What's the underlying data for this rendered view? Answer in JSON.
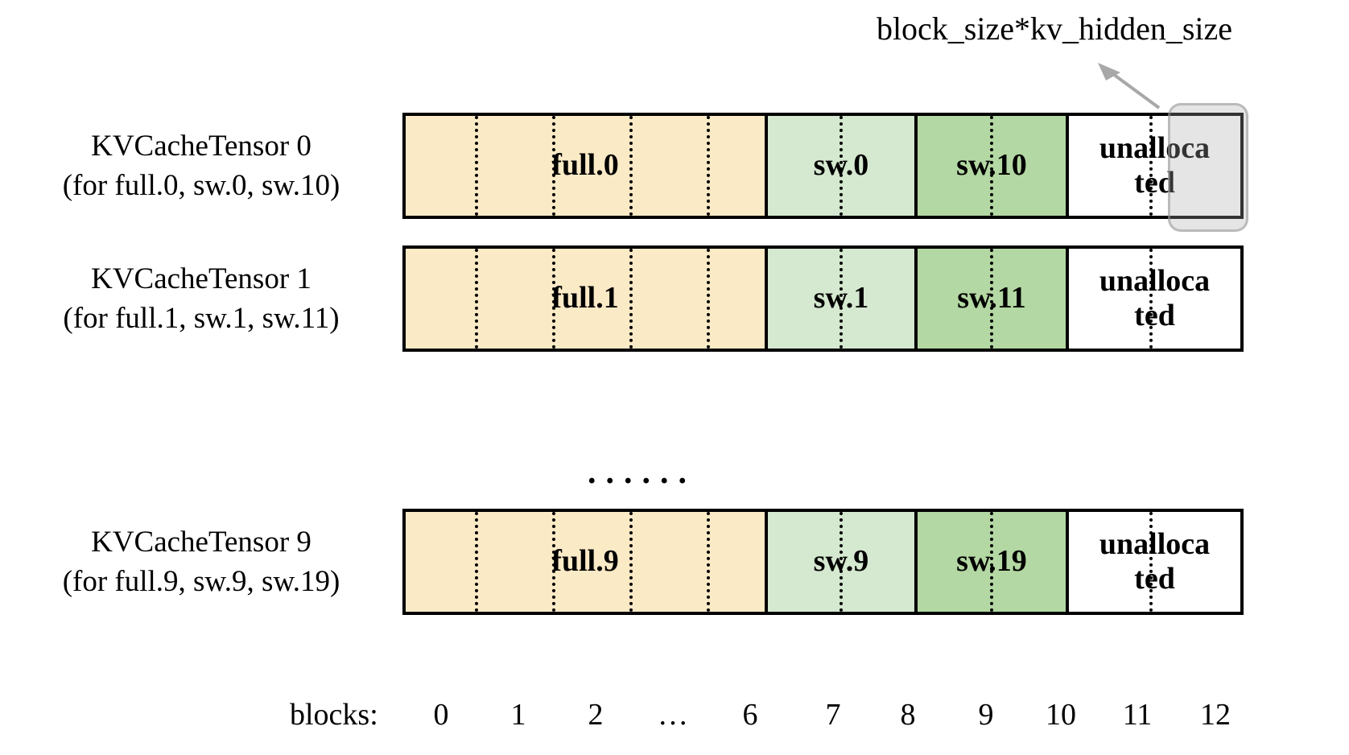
{
  "diagram": {
    "title_annotation": "block_size*kv_hidden_size",
    "mid_ellipsis": "......",
    "colors": {
      "full_attention": "#FBEAC6",
      "sliding_window_light": "#D5E8D0",
      "sliding_window_dark": "#B4D8A3",
      "unallocated": "#FFFFFF",
      "border": "#000000",
      "highlight_overlay": "#AAAAAA"
    },
    "rows": [
      {
        "label_line1": "KVCacheTensor 0",
        "label_line2": "(for full.0, sw.0, sw.10)",
        "segments": [
          {
            "text": "full.0",
            "kind": "full",
            "blocks": [
              "0",
              "1",
              "2",
              "…",
              "6"
            ]
          },
          {
            "text": "sw.0",
            "kind": "sw-light",
            "blocks": [
              "7",
              "8"
            ]
          },
          {
            "text": "sw.10",
            "kind": "sw-dark",
            "blocks": [
              "9",
              "10"
            ]
          },
          {
            "text": "unalloca ted",
            "text_l1": "unalloca",
            "text_l2": "ted",
            "kind": "unallocated",
            "blocks": [
              "11",
              "12"
            ]
          }
        ],
        "highlighted_block": "11"
      },
      {
        "label_line1": "KVCacheTensor 1",
        "label_line2": "(for full.1, sw.1, sw.11)",
        "segments": [
          {
            "text": "full.1",
            "kind": "full",
            "blocks": [
              "0",
              "1",
              "2",
              "…",
              "6"
            ]
          },
          {
            "text": "sw.1",
            "kind": "sw-light",
            "blocks": [
              "7",
              "8"
            ]
          },
          {
            "text": "sw.11",
            "kind": "sw-dark",
            "blocks": [
              "9",
              "10"
            ]
          },
          {
            "text": "unalloca ted",
            "text_l1": "unalloca",
            "text_l2": "ted",
            "kind": "unallocated",
            "blocks": [
              "11",
              "12"
            ]
          }
        ],
        "highlighted_block": null
      },
      {
        "label_line1": "KVCacheTensor 9",
        "label_line2": "(for full.9, sw.9, sw.19)",
        "segments": [
          {
            "text": "full.9",
            "kind": "full",
            "blocks": [
              "0",
              "1",
              "2",
              "…",
              "6"
            ]
          },
          {
            "text": "sw.9",
            "kind": "sw-light",
            "blocks": [
              "7",
              "8"
            ]
          },
          {
            "text": "sw.19",
            "kind": "sw-dark",
            "blocks": [
              "9",
              "10"
            ]
          },
          {
            "text": "unalloca ted",
            "text_l1": "unalloca",
            "text_l2": "ted",
            "kind": "unallocated",
            "blocks": [
              "11",
              "12"
            ]
          }
        ],
        "highlighted_block": null
      }
    ],
    "axis": {
      "title": "blocks:",
      "ticks": [
        "0",
        "1",
        "2",
        "…",
        "6",
        "7",
        "8",
        "9",
        "10",
        "11",
        "12"
      ]
    }
  }
}
